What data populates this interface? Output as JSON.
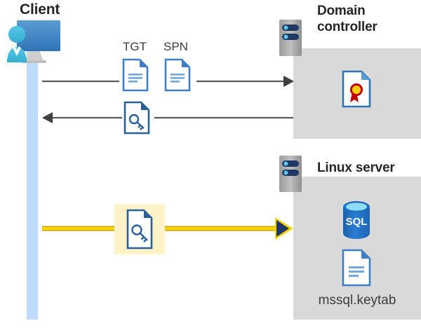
{
  "diagram": {
    "title_client": "Client",
    "title_domain_controller": "Domain controller",
    "title_linux_server": "Linux server",
    "labels": {
      "tgt": "TGT",
      "spn": "SPN",
      "keytab_file": "mssql.keytab"
    },
    "icons": {
      "client": "user-with-monitor-icon",
      "tgt_document": "document-icon",
      "spn_document": "document-icon",
      "tgs_ticket": "document-with-key-icon",
      "keytab_in_transit": "document-with-key-icon",
      "domain_controller_server": "server-rack-icon",
      "linux_server": "server-rack-icon",
      "certificate": "certificate-document-icon",
      "sql_database": "sql-database-icon",
      "keytab_document": "document-icon"
    },
    "flows": [
      {
        "name": "client-to-dc-request",
        "direction": "right",
        "from": "Client",
        "to": "Domain controller",
        "carries": [
          "TGT",
          "SPN"
        ],
        "style": "gray"
      },
      {
        "name": "dc-to-client-response",
        "direction": "left",
        "from": "Domain controller",
        "to": "Client",
        "carries": [
          "service ticket"
        ],
        "style": "gray"
      },
      {
        "name": "client-to-linux-keytab",
        "direction": "right",
        "from": "Client",
        "to": "Linux server",
        "carries": [
          "keytab"
        ],
        "style": "highlighted-yellow"
      }
    ],
    "colors": {
      "panel_gray": "#d9d9d9",
      "lifeline_blue": "#bfdbfd",
      "highlight_yellow": "#fdf2c8",
      "arrow_gray": "#595959",
      "arrow_yellow": "#ffd300",
      "arrow_yellow_dark": "#c8a200",
      "arrowhead_navy": "#1f3864",
      "doc_blue": "#3e7dc7",
      "doc_blue_dark": "#2a6099",
      "sql_blue": "#2b7cd3",
      "cert_red": "#c00000",
      "cert_gold": "#ffd000",
      "server_gray": "#a6a6a6",
      "server_navy": "#1f3864",
      "text_dark": "#262626"
    }
  }
}
